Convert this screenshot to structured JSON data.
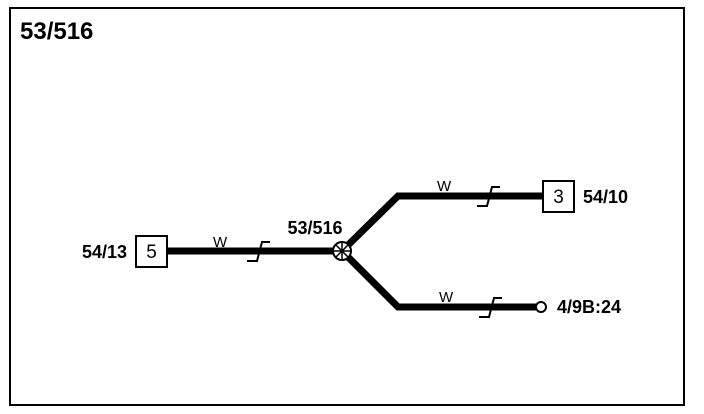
{
  "title": "53/516",
  "splice": {
    "label": "53/516"
  },
  "left_connector": {
    "ref": "54/13",
    "pin": "5",
    "wire_color": "W"
  },
  "upper_connector": {
    "ref": "54/10",
    "pin": "3",
    "wire_color": "W"
  },
  "lower_terminal": {
    "ref": "4/9B:24",
    "wire_color": "W"
  }
}
